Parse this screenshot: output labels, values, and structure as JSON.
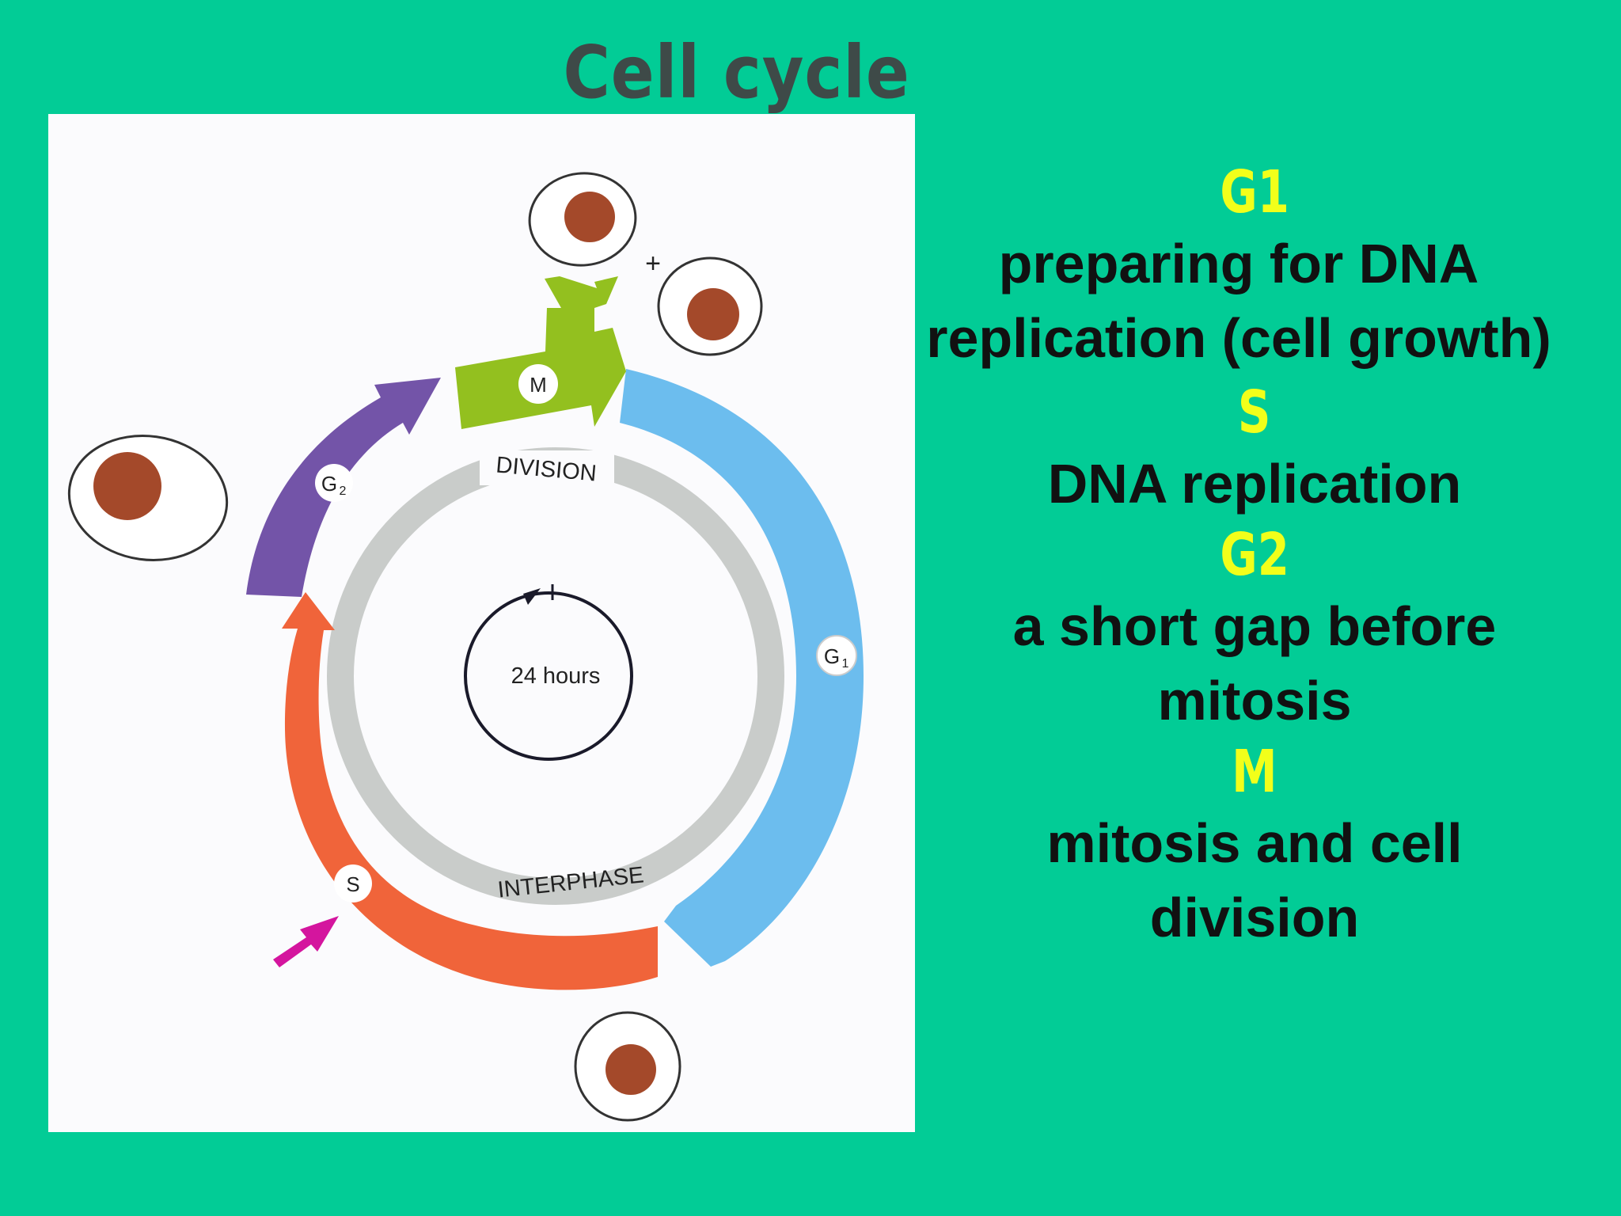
{
  "title": "Cell cycle",
  "diagram": {
    "center_label": "24 hours",
    "ring_top_label": "DIVISION",
    "ring_bottom_label": "INTERPHASE",
    "arc_labels": {
      "m": "M",
      "g1": "G",
      "g1_sub": "1",
      "s": "S",
      "g2": "G",
      "g2_sub": "2"
    },
    "plus_sign": "+",
    "colors": {
      "m_phase": "#93c01f",
      "g1_phase": "#6cbdee",
      "s_phase": "#f0643a",
      "g2_phase": "#7354a8",
      "ring": "#c9ccca",
      "nucleus": "#a4492a",
      "arrow_pointer": "#d4159e"
    }
  },
  "legend": [
    {
      "phase": "G1",
      "description": "preparing for DNA replication (cell growth)"
    },
    {
      "phase": "S",
      "description": "DNA replication"
    },
    {
      "phase": "G2",
      "description": "a short gap before mitosis"
    },
    {
      "phase": "M",
      "description": "mitosis and cell division"
    }
  ]
}
